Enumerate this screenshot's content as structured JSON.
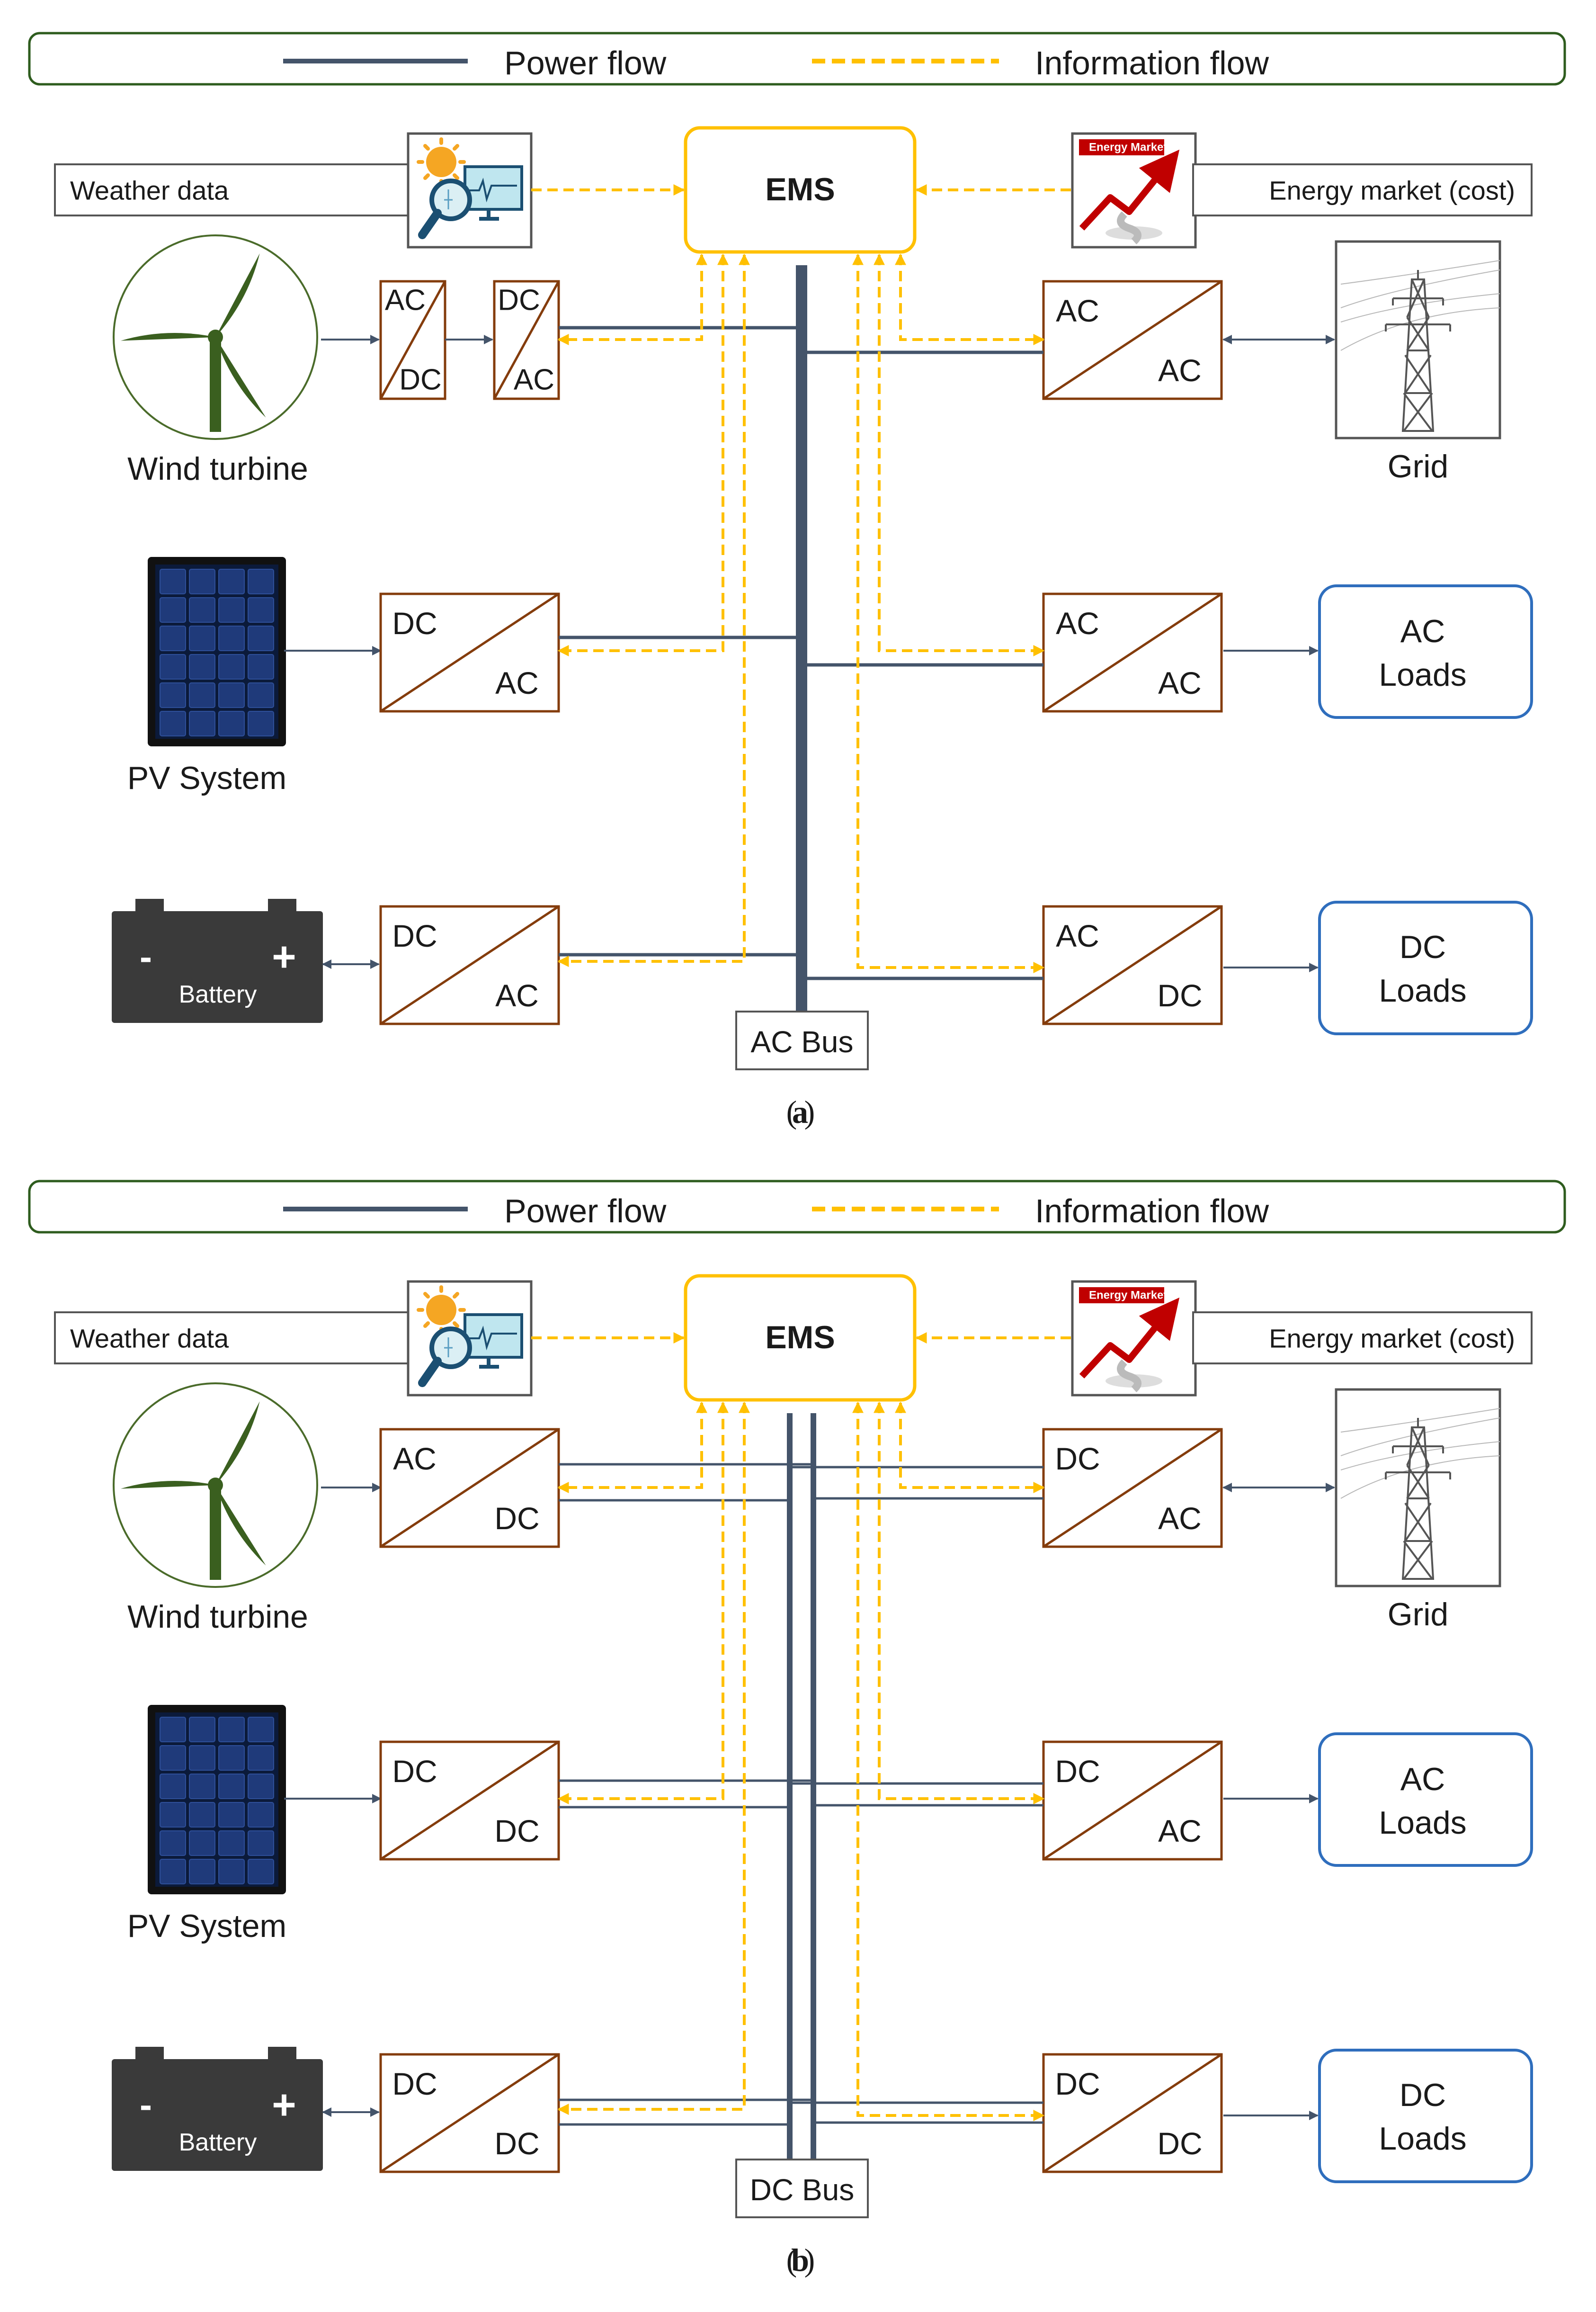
{
  "legend": {
    "power_flow": "Power flow",
    "information_flow": "Information flow"
  },
  "colors": {
    "power": "#44546a",
    "info": "#ffc000",
    "converter": "#843c0c",
    "legend_border": "#2e5c1e",
    "load_border": "#2f6ebd",
    "ems_border": "#ffc000",
    "turbine": "#3a5f1f",
    "battery": "#3a3a3a",
    "pv": "#16264f"
  },
  "icons": {
    "weather": "weather-monitor-icon",
    "market": "energy-market-chart-icon",
    "wind": "wind-turbine-icon",
    "pv": "solar-panel-icon",
    "battery": "battery-icon",
    "grid": "transmission-tower-icon"
  },
  "panel_a": {
    "caption_letter": "a",
    "weather_label": "Weather data",
    "market_label": "Energy market (cost)",
    "market_icon_text": "Energy Market",
    "ems_label": "EMS",
    "bus_label": "AC Bus",
    "wind_label": "Wind turbine",
    "pv_label": "PV System",
    "battery_label": "Battery",
    "battery_minus": "-",
    "battery_plus": "+",
    "grid_label": "Grid",
    "ac_loads": [
      "AC",
      "Loads"
    ],
    "dc_loads": [
      "DC",
      "Loads"
    ],
    "wind_conv1": {
      "top": "AC",
      "bottom": "DC"
    },
    "wind_conv2": {
      "top": "DC",
      "bottom": "AC"
    },
    "pv_conv": {
      "top": "DC",
      "bottom": "AC"
    },
    "bat_conv": {
      "top": "DC",
      "bottom": "AC"
    },
    "grid_conv": {
      "top": "AC",
      "bottom": "AC"
    },
    "acload_conv": {
      "top": "AC",
      "bottom": "AC"
    },
    "dcload_conv": {
      "top": "AC",
      "bottom": "DC"
    }
  },
  "panel_b": {
    "caption_letter": "b",
    "weather_label": "Weather data",
    "market_label": "Energy market (cost)",
    "market_icon_text": "Energy Market",
    "ems_label": "EMS",
    "bus_label": "DC Bus",
    "wind_label": "Wind turbine",
    "pv_label": "PV System",
    "battery_label": "Battery",
    "battery_minus": "-",
    "battery_plus": "+",
    "grid_label": "Grid",
    "ac_loads": [
      "AC",
      "Loads"
    ],
    "dc_loads": [
      "DC",
      "Loads"
    ],
    "wind_conv": {
      "top": "AC",
      "bottom": "DC"
    },
    "pv_conv": {
      "top": "DC",
      "bottom": "DC"
    },
    "bat_conv": {
      "top": "DC",
      "bottom": "DC"
    },
    "grid_conv": {
      "top": "DC",
      "bottom": "AC"
    },
    "acload_conv": {
      "top": "DC",
      "bottom": "AC"
    },
    "dcload_conv": {
      "top": "DC",
      "bottom": "DC"
    }
  }
}
